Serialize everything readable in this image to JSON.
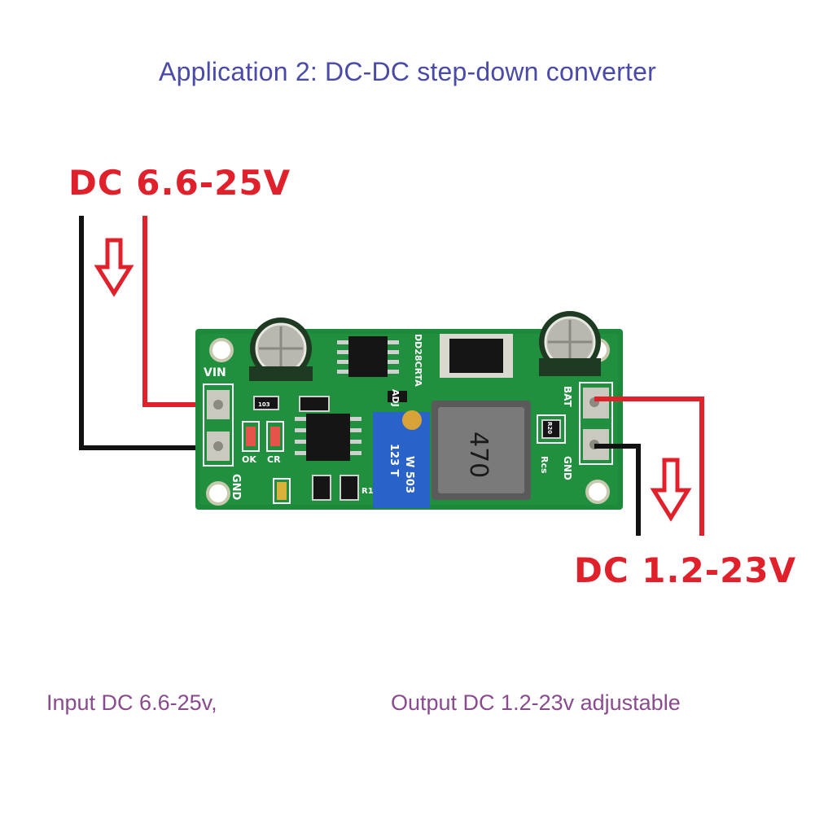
{
  "title": "Application 2: DC-DC step-down converter",
  "input_voltage": "DC 6.6-25V",
  "output_voltage": "DC 1.2-23V",
  "caption_input": "Input DC 6.6-25v,",
  "caption_output": "Output DC 1.2-23v adjustable",
  "board": {
    "label_vin": "VIN",
    "label_gnd_left": "GND",
    "label_bat": "BAT",
    "label_gnd_right": "GND",
    "label_ok": "OK",
    "label_cr": "CR",
    "label_adj": "ADJ",
    "label_rcs": "Rcs",
    "label_r1": "R1",
    "chip_marking": "DD28CRTA",
    "inductor_marking": "470",
    "pot_marking": "W 503",
    "pot_code": "123 T",
    "resistor_marking": "R20",
    "smd_marking": "103"
  },
  "colors": {
    "title": "#4a4aa8",
    "voltage_label": "#e0202a",
    "caption": "#8a4a8e",
    "wire_positive": "#e0202a",
    "wire_negative": "#111111",
    "pcb": "#1c8a3a"
  }
}
